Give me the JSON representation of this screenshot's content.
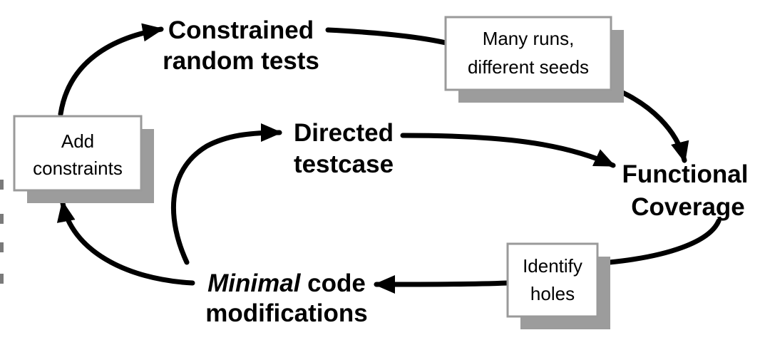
{
  "nodes": {
    "constrained_random": {
      "line1": "Constrained",
      "line2": "random tests"
    },
    "directed_testcase": {
      "line1": "Directed",
      "line2": "testcase"
    },
    "functional_coverage": {
      "line1": "Functional",
      "line2": "Coverage"
    },
    "minimal_code": {
      "emph": "Minimal",
      "rest": " code",
      "line2": "modifications"
    }
  },
  "boxes": {
    "many_runs": {
      "line1": "Many runs,",
      "line2": "different seeds"
    },
    "add_constraints": {
      "line1": "Add",
      "line2": "constraints"
    },
    "identify_holes": {
      "line1": "Identify",
      "line2": "holes"
    }
  },
  "colors": {
    "arrow": "#000000",
    "box_border": "#9a9a9a",
    "box_shadow": "#9c9c9c",
    "text": "#000000"
  }
}
